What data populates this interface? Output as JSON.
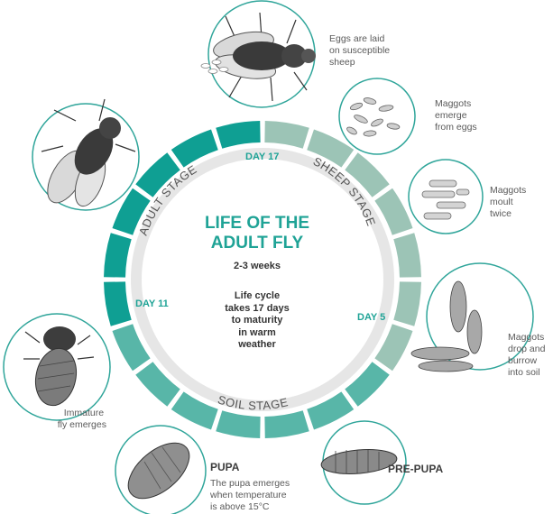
{
  "center": {
    "title_line1": "LIFE OF THE",
    "title_line2": "ADULT FLY",
    "duration": "2-3 weeks",
    "body_lines": [
      "Life cycle",
      "takes 17 days",
      "to maturity",
      "in warm",
      "weather"
    ]
  },
  "days": {
    "day17": "DAY 17",
    "day5": "DAY 5",
    "day11": "DAY 11"
  },
  "stages": {
    "sheep": "SHEEP STAGE",
    "soil": "SOIL STAGE",
    "adult": "ADULT STAGE"
  },
  "captions": {
    "eggs_laid": [
      "Eggs are laid",
      "on susceptible",
      "sheep"
    ],
    "maggots_emerge": [
      "Maggots",
      "emerge",
      "from eggs"
    ],
    "maggots_moult": [
      "Maggots",
      "moult",
      "twice"
    ],
    "maggots_drop": [
      "Maggots",
      "drop and",
      "burrow",
      "into soil"
    ],
    "prepupa_title": "PRE-PUPA",
    "pupa_title": "PUPA",
    "pupa_desc": [
      "The pupa emerges",
      "when temperature",
      "is above 15°C"
    ],
    "immature": [
      "Immature",
      "fly emerges"
    ]
  },
  "colors": {
    "sheep_segment": "#9cc4b6",
    "soil_segment": "#58b6a8",
    "adult_segment": "#0f9f93",
    "inner_ring": "#e6e6e6",
    "accent": "#1fa396",
    "outline": "#2fa59a"
  }
}
